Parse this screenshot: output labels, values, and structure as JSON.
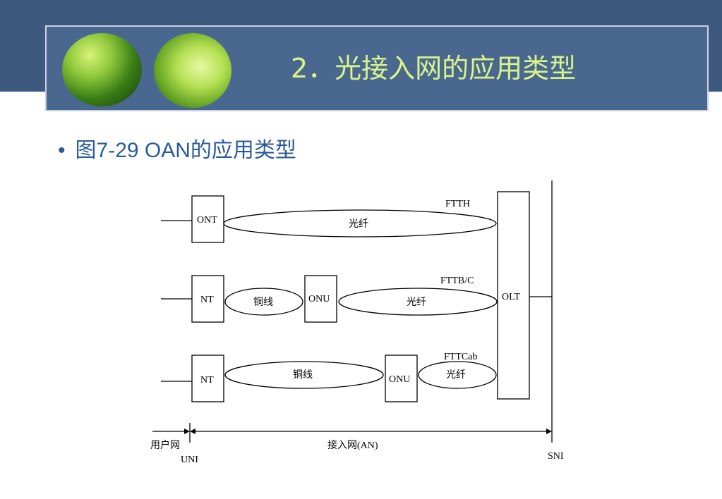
{
  "header": {
    "title": "2．光接入网的应用类型"
  },
  "bullet": {
    "symbol": "•",
    "text": "图7-29 OAN的应用类型"
  },
  "diagram": {
    "rows": [
      {
        "service": "FTTH",
        "terminal": "ONT",
        "medium": "光纤"
      },
      {
        "service": "FTTB/C",
        "terminal": "NT",
        "copper": "铜线",
        "onu": "ONU",
        "medium": "光纤"
      },
      {
        "service": "FTTCab",
        "terminal": "NT",
        "copper": "铜线",
        "onu": "ONU",
        "medium": "光纤"
      }
    ],
    "olt": "OLT",
    "user_network": "用户网",
    "access_network": "接入网(AN)",
    "uni": "UNI",
    "sni": "SNI"
  },
  "colors": {
    "banner": "#3d5a7e",
    "title": "#d8f58a",
    "bullet_text": "#2a5a9a"
  }
}
